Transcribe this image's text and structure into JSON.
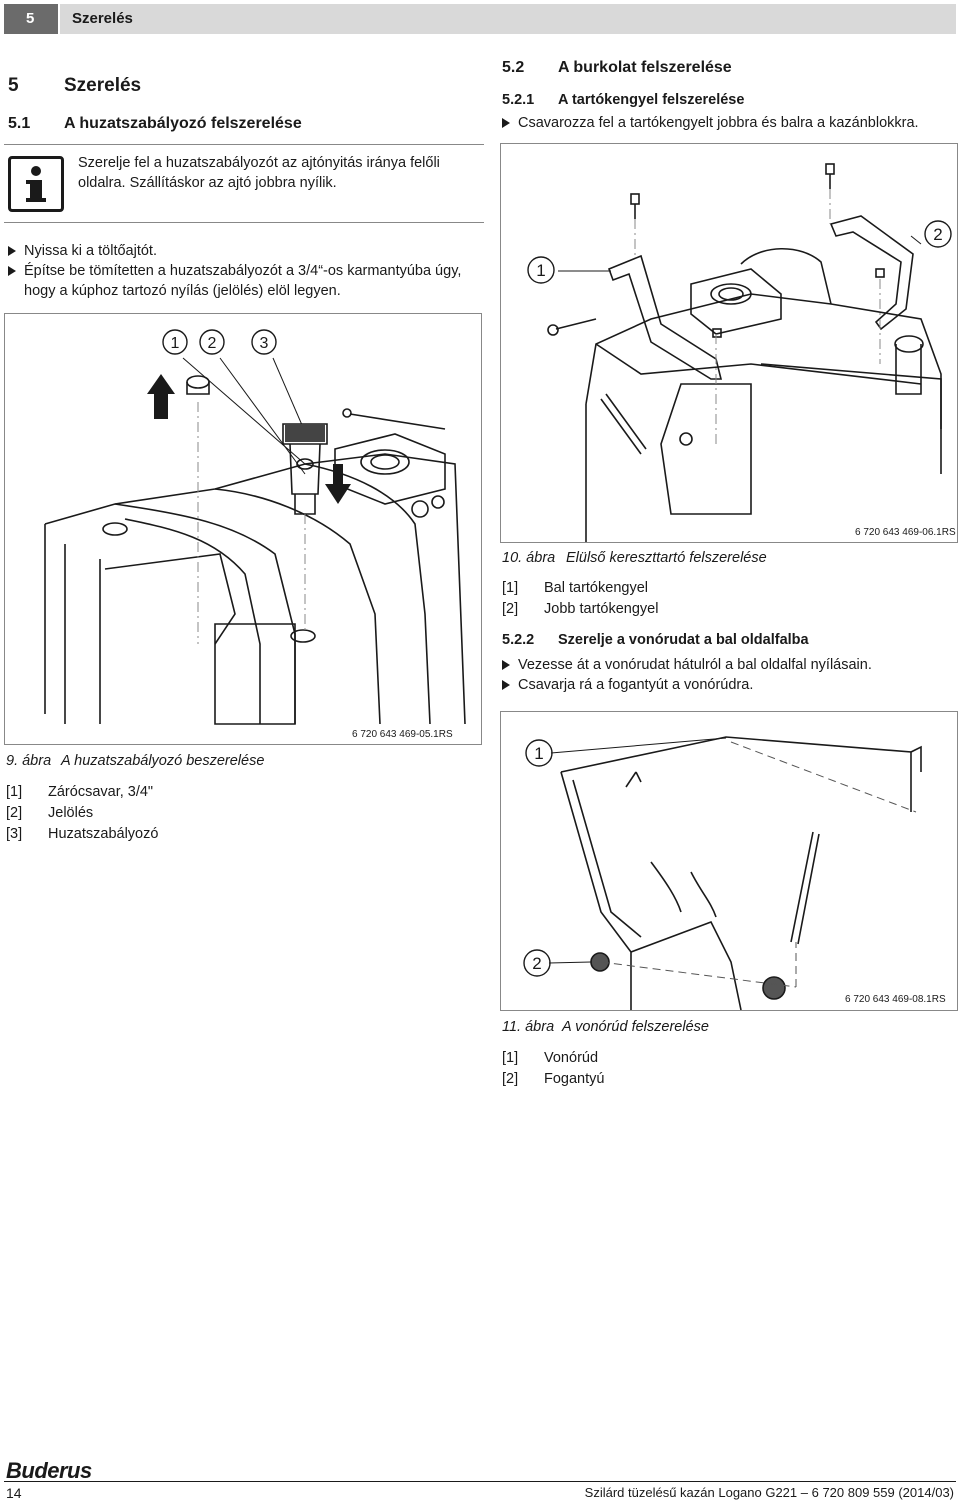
{
  "header": {
    "number": "5",
    "title": "Szerelés"
  },
  "section5": {
    "number": "5",
    "title": "Szerelés"
  },
  "section51": {
    "number": "5.1",
    "title": "A huzatszabályozó felszerelése"
  },
  "note": {
    "icon": "info-icon",
    "line1": "Szerelje fel a huzatszabályozót az ajtónyitás iránya felőli",
    "line2": "oldalra. Szállításkor az ajtó jobbra nyílik."
  },
  "steps51": [
    "Nyissa ki a töltőajtót.",
    "Építse be tömítetten a huzatszabályozót a 3/4“-os karmantyúba úgy,",
    "hogy a kúphoz tartozó nyílás (jelölés) elöl legyen."
  ],
  "fig9": {
    "callouts": [
      "1",
      "2",
      "3"
    ],
    "code": "6 720 643 469-05.1RS",
    "caption_num": "9. ábra",
    "caption": "A huzatszabályozó beszerelése",
    "legend": [
      {
        "key": "[1]",
        "text": "Zárócsavar, 3/4\""
      },
      {
        "key": "[2]",
        "text": "Jelölés"
      },
      {
        "key": "[3]",
        "text": "Huzatszabályozó"
      }
    ]
  },
  "section52": {
    "number": "5.2",
    "title": "A burkolat felszerelése"
  },
  "section521": {
    "number": "5.2.1",
    "title": "A tartókengyel felszerelése"
  },
  "steps521": [
    "Csavarozza fel a tartókengyelt jobbra és balra a kazánblokkra."
  ],
  "fig10": {
    "callouts": [
      "1",
      "2"
    ],
    "code": "6 720 643 469-06.1RS",
    "caption_num": "10. ábra",
    "caption": "Elülső kereszttartó felszerelése",
    "legend": [
      {
        "key": "[1]",
        "text": "Bal tartókengyel"
      },
      {
        "key": "[2]",
        "text": "Jobb tartókengyel"
      }
    ]
  },
  "section522": {
    "number": "5.2.2",
    "title": "Szerelje a vonórudat a bal oldalfalba"
  },
  "steps522": [
    "Vezesse át a vonórudat hátulról a bal oldalfal nyílásain.",
    "Csavarja rá a fogantyút a vonórúdra."
  ],
  "fig11": {
    "callouts": [
      "1",
      "2"
    ],
    "code": "6 720 643 469-08.1RS",
    "caption_num": "11. ábra",
    "caption": "A vonórúd felszerelése",
    "legend": [
      {
        "key": "[1]",
        "text": "Vonórúd"
      },
      {
        "key": "[2]",
        "text": "Fogantyú"
      }
    ]
  },
  "footer": {
    "brand": "Buderus",
    "page": "14",
    "doc": "Szilárd tüzelésű kazán Logano G221 – 6 720 809 559 (2014/03)"
  }
}
